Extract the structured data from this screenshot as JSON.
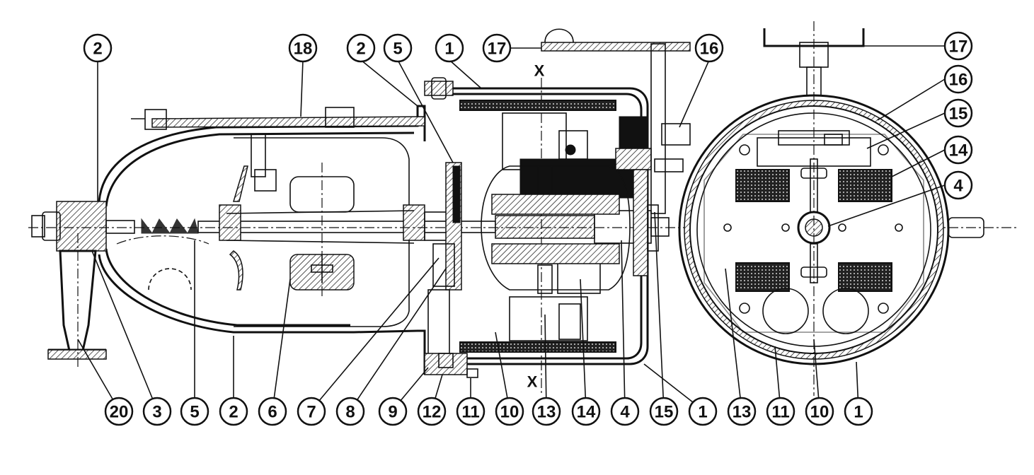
{
  "section_markers": [
    "X",
    "X"
  ],
  "callouts": [
    "2",
    "18",
    "2",
    "5",
    "1",
    "17",
    "16",
    "17",
    "16",
    "15",
    "14",
    "4",
    "20",
    "3",
    "5",
    "2",
    "6",
    "7",
    "8",
    "9",
    "12",
    "11",
    "10",
    "13",
    "14",
    "4",
    "15",
    "1",
    "13",
    "11",
    "10",
    "1"
  ]
}
